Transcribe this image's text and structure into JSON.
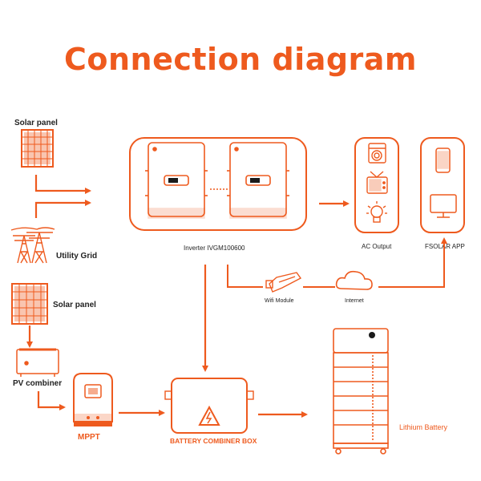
{
  "title": "Connection diagram",
  "colors": {
    "accent": "#ee5a1e",
    "text": "#222222",
    "line": "#ee5a1e"
  },
  "labels": {
    "solar_panel_1": "Solar panel",
    "utility_grid": "Utility Grid",
    "solar_panel_2": "Solar panel",
    "pv_combiner": "PV combiner",
    "mppt": "MPPT",
    "inverter": "Inverter IVGM100600",
    "ac_output": "AC Output",
    "fsolar_app": "FSOLAR APP",
    "wifi_module": "Wifi Module",
    "internet": "Internet",
    "battery_combiner_box": "BATTERY COMBINER BOX",
    "lithium_battery": "Lithium Battery"
  },
  "icons": [
    "solar-panel-icon",
    "transmission-tower-icon",
    "inverter-icon",
    "washing-machine-icon",
    "tv-icon",
    "light-bulb-icon",
    "smartphone-icon",
    "monitor-icon",
    "wifi-module-icon",
    "cloud-icon",
    "pv-combiner-icon",
    "mppt-controller-icon",
    "battery-combiner-box-icon",
    "lithium-battery-rack-icon"
  ]
}
